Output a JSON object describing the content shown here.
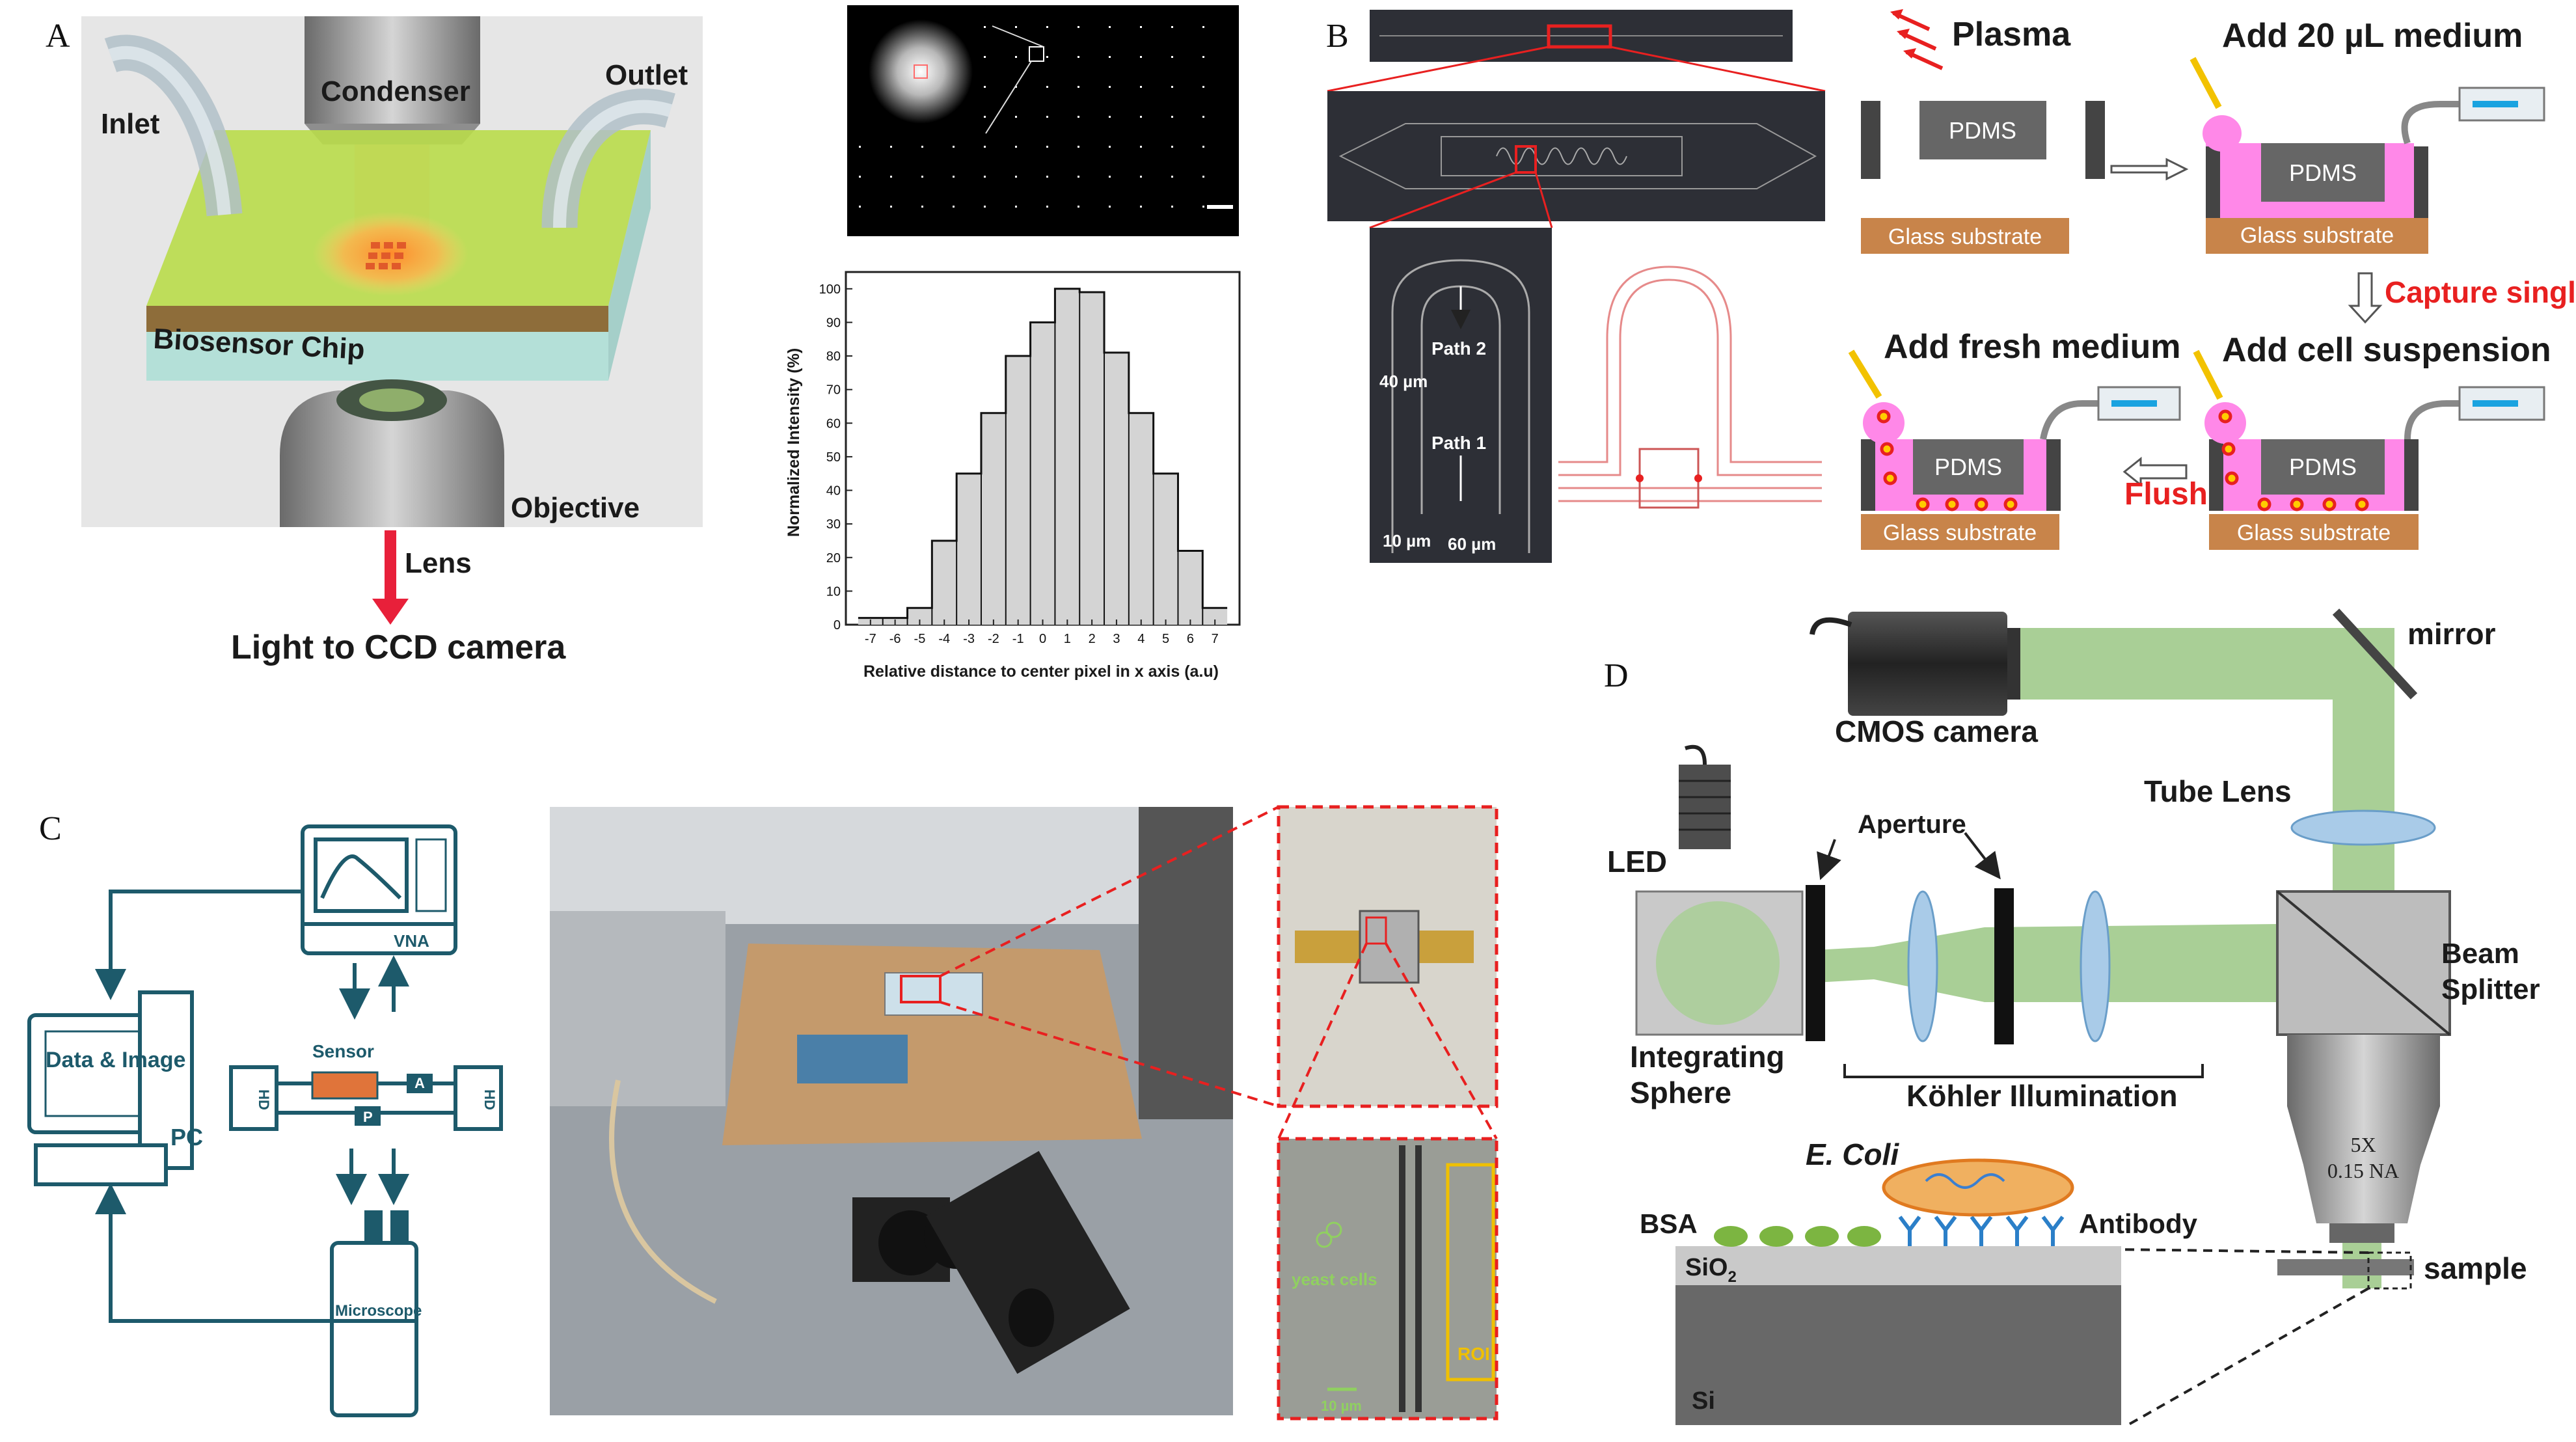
{
  "panels": {
    "a": "A",
    "b": "B",
    "c": "C",
    "d": "D"
  },
  "panel_a": {
    "condenser": "Condenser",
    "inlet": "Inlet",
    "outlet": "Outlet",
    "chip": "Biosensor Chip",
    "objective": "Objective",
    "lens": "Lens",
    "ccd": "Light to CCD camera"
  },
  "chart_data": {
    "type": "bar",
    "style": "histogram-step",
    "categories": [
      "-7",
      "-6",
      "-5",
      "-4",
      "-3",
      "-2",
      "-1",
      "0",
      "1",
      "2",
      "3",
      "4",
      "5",
      "6",
      "7"
    ],
    "values": [
      2,
      2,
      5,
      25,
      45,
      63,
      80,
      90,
      100,
      99,
      81,
      63,
      45,
      22,
      5
    ],
    "ylabel": "Normalized Intensity (%)",
    "xlabel": "Relative distance to center pixel in x axis (a.u)",
    "yticks": [
      0,
      10,
      20,
      30,
      40,
      50,
      60,
      70,
      80,
      90,
      100
    ],
    "ylim": [
      0,
      105
    ],
    "fill": "#d4d4d4",
    "grid": false
  },
  "panel_b": {
    "plasma": "Plasma",
    "pdms": "PDMS",
    "glass": "Glass substrate",
    "add_medium": "Add 20 µL medium",
    "capture": "Capture single cell",
    "add_fresh": "Add fresh medium",
    "add_susp": "Add cell suspension",
    "flush": "Flush",
    "path1": "Path 1",
    "path2": "Path 2",
    "w40": "40 µm",
    "w10": "10 µm",
    "w60": "60 µm"
  },
  "panel_c": {
    "data_image": "Data & Image",
    "pc": "PC",
    "vna": "VNA",
    "sensor": "Sensor",
    "microscope": "Microscope",
    "a": "A",
    "p": "P",
    "hd": "HD",
    "yeast": "yeast cells",
    "roi": "ROI",
    "scale": "10 µm"
  },
  "panel_d": {
    "cmos": "CMOS camera",
    "mirror": "mirror",
    "tube": "Tube Lens",
    "led": "LED",
    "aperture": "Aperture",
    "beam": "Beam",
    "splitter": "Splitter",
    "sphere1": "Integrating",
    "sphere2": "Sphere",
    "kohler": "Köhler Illumination",
    "obj1": "5X",
    "obj2": "0.15 NA",
    "ecoli": "E. Coli",
    "bsa": "BSA",
    "antibody": "Antibody",
    "sio2": "SiO",
    "sub2": "2",
    "si": "Si",
    "sample": "sample"
  },
  "colors": {
    "green_beam": "#a9cf96",
    "pink": "#ff77e6",
    "red": "#e8202a",
    "glass": "#c8844a",
    "pdms": "#555555",
    "teal": "#1d5a6b",
    "lens_blue": "#a9cbe8"
  }
}
